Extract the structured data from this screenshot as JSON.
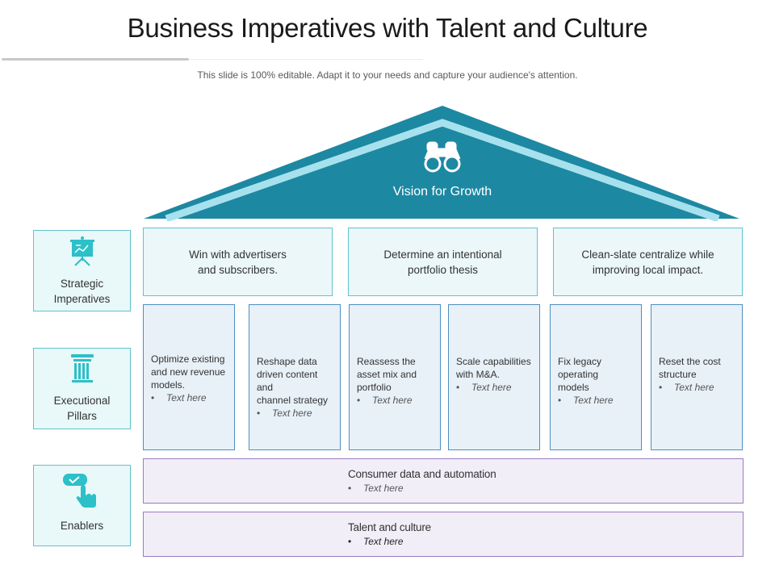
{
  "slide": {
    "title": "Business Imperatives with Talent and Culture",
    "subtitle": "This slide is 100% editable. Adapt it to your needs and capture your audience's attention."
  },
  "roof": {
    "label": "Vision for Growth",
    "icon": "binoculars-icon",
    "color": "#1d88a2",
    "stripe_color": "#a7e1ee"
  },
  "rows": [
    {
      "label_lines": [
        "Strategic",
        "Imperatives"
      ],
      "icon": "presentation-board-icon"
    },
    {
      "label_lines": [
        "Executional",
        "Pillars"
      ],
      "icon": "column-pillar-icon"
    },
    {
      "label_lines": [
        "Enablers"
      ],
      "icon": "tap-hand-icon"
    }
  ],
  "imperatives": [
    {
      "lines": [
        "Win with advertisers",
        "and subscribers."
      ]
    },
    {
      "lines": [
        "Determine an intentional",
        "portfolio thesis"
      ]
    },
    {
      "lines": [
        "Clean-slate centralize while",
        "improving local impact."
      ]
    }
  ],
  "pillars": [
    {
      "lines": [
        "Optimize existing",
        "and new revenue",
        "models."
      ],
      "bullet": "Text here"
    },
    {
      "lines": [
        "Reshape data",
        "driven content and",
        "channel strategy"
      ],
      "bullet": "Text here"
    },
    {
      "lines": [
        "Reassess the",
        "asset mix and",
        "portfolio"
      ],
      "bullet": "Text here"
    },
    {
      "lines": [
        "Scale capabilities",
        "with M&A."
      ],
      "bullet": "Text here"
    },
    {
      "lines": [
        "Fix legacy",
        "operating",
        "models"
      ],
      "bullet": "Text here"
    },
    {
      "lines": [
        "Reset the cost",
        "structure"
      ],
      "bullet": "Text here"
    }
  ],
  "enablers": [
    {
      "title": "Consumer data and automation",
      "bullet": "Text here"
    },
    {
      "title": "Talent and culture",
      "bullet": "Text here"
    }
  ],
  "bullet_symbol": "•",
  "colors": {
    "teal_border": "#5fc3ce",
    "teal_fill": "#e9f8f9",
    "icon_teal": "#2cc0c8",
    "pillar_border": "#4e8fbf",
    "pillar_fill": "#e8f0f8",
    "enabler_border": "#9b7bc0",
    "enabler_fill": "#f2eef8"
  }
}
